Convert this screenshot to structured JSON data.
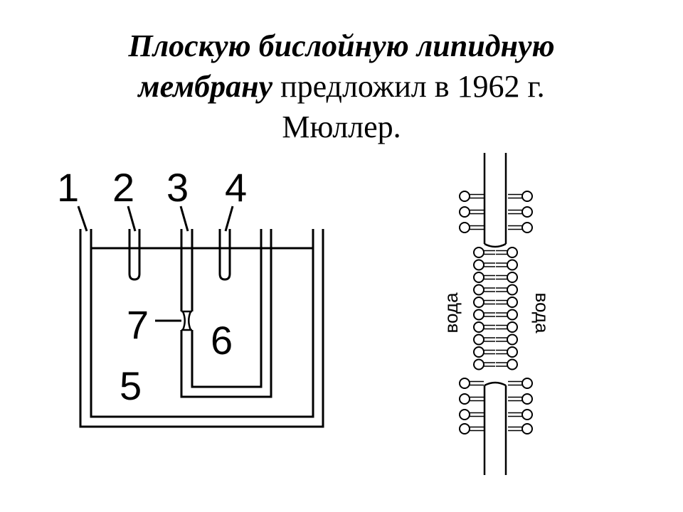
{
  "title": {
    "emphasis_line1": "Плоскую бислойную липидную",
    "emphasis_line2": "мембрану",
    "rest_line2": " предложил в 1962 г.",
    "line3": "Мюллер."
  },
  "apparatus": {
    "labels": [
      "1",
      "2",
      "3",
      "4",
      "5",
      "6",
      "7"
    ]
  },
  "membrane": {
    "water_left": "вода",
    "water_right": "вода"
  }
}
